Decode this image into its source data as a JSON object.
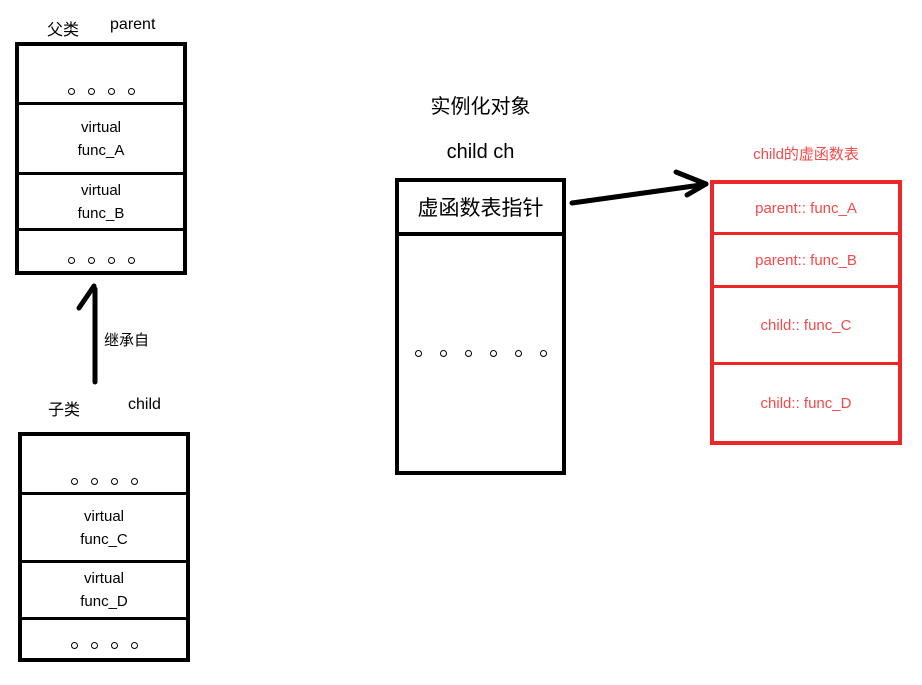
{
  "diagram": {
    "parent_class": {
      "label_cn": "父类",
      "label_en": "parent",
      "row1_dots": 4,
      "func_a_line1": "virtual",
      "func_a_line2": "func_A",
      "func_b_line1": "virtual",
      "func_b_line2": "func_B",
      "row4_dots": 4
    },
    "child_class": {
      "label_cn": "子类",
      "label_en": "child",
      "row1_dots": 4,
      "func_c_line1": "virtual",
      "func_c_line2": "func_C",
      "func_d_line1": "virtual",
      "func_d_line2": "func_D",
      "row4_dots": 4
    },
    "inheritance_label": "继承自",
    "instance": {
      "title": "实例化对象",
      "declaration": "child ch",
      "vptr_label": "虚函数表指针",
      "body_dots": 6
    },
    "vtable": {
      "title": "child的虚函数表",
      "rows": [
        "parent:: func_A",
        "parent:: func_B",
        "child:: func_C",
        "child:: func_D"
      ]
    },
    "colors": {
      "line_black": "#000000",
      "table_red": "#ec2727",
      "text_red": "#f34a4a"
    }
  }
}
